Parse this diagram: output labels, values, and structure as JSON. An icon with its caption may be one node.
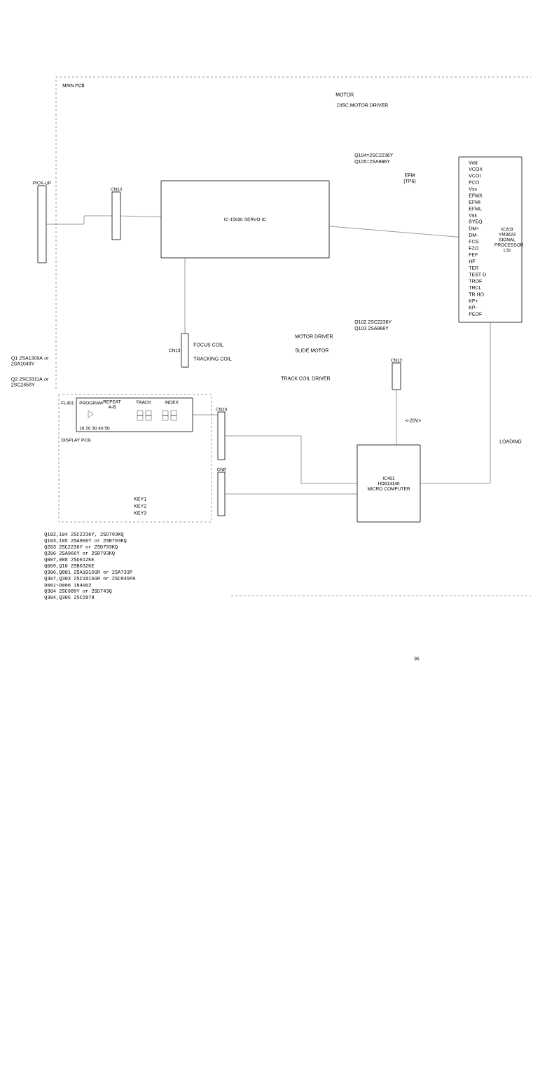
{
  "diagram": {
    "nodes": [
      {
        "text": [
          "PICK-UP"
        ]
      },
      {
        "text": [
          "CN14"
        ]
      },
      {
        "text": [
          "IC-15630 SERVO IC"
        ]
      },
      {
        "text": [
          "IC203 YM3623 SIGNAL PROCESSOR LSI"
        ]
      },
      {
        "text": [
          "CN13"
        ]
      },
      {
        "text": [
          "CN12"
        ]
      },
      {
        "text": [
          "FL401",
          "PROGRAM",
          "REPEAT A-B",
          "TRACK",
          "INDEX",
          "16 20 30 40 50"
        ]
      },
      {
        "text": [
          "CN10"
        ]
      },
      {
        "text": [
          "CN8"
        ]
      },
      {
        "text": [
          "IC401",
          "HD614140",
          "MICRO COMPUTER"
        ]
      }
    ],
    "edges": [
      {
        "from": 0,
        "to": 1,
        "arrow": "none"
      },
      {
        "from": 1,
        "to": 2,
        "arrow": "none"
      },
      {
        "from": 2,
        "to": 3,
        "arrow": "none"
      },
      {
        "from": 4,
        "to": 2,
        "arrow": "none"
      },
      {
        "from": 3,
        "to": 9,
        "arrow": "none"
      },
      {
        "from": 5,
        "to": 9,
        "arrow": "none"
      },
      {
        "from": 6,
        "to": 7,
        "arrow": "none"
      },
      {
        "from": 7,
        "to": 9,
        "arrow": "none"
      },
      {
        "from": 8,
        "to": 9,
        "arrow": "none"
      }
    ],
    "labels": [
      "MAIN PCB",
      "DISPLAY PCB",
      "FOCUS COIL",
      "TRACKING COIL",
      "MOTOR",
      "DISC MOTOR DRIVER",
      "Q104=2SC2236Y",
      "Q105=2SA966Y",
      "EFM",
      "(TP6)",
      "Q102 2SC2236Y",
      "Q103 2SA966Y",
      "MOTOR DRIVER",
      "SLIDE MOTOR",
      "TRACK COIL DRIVER",
      "KEY1",
      "KEY2",
      "KEY3",
      "<-20V>",
      "LOADING",
      "Q1 2SA1309A or 2SA1048Y",
      "Q2 2SC3311A or 2SC2458Y",
      "Q102,104 2SC2236Y, 2SD793KQ",
      "Q103,105 2SA966Y or 2SB793KQ",
      "Q203 2SC2236Y or 2SD793KQ",
      "Q206 2SA966Y or 2SB793KQ",
      "Q007,008 2SD612KE",
      "Q009,Q10 2SB632KE",
      "Q306,Q801 2SA1015GR or 2SA733P",
      "Q307,Q303 2SC1815GR or 2SC945PA",
      "D001~D006 1N4002",
      "Q304 2SC989Y or 2SD743Q",
      "Q304,Q305 2SC2878",
      "95",
      "Vdd",
      "VCOX",
      "VCOI",
      "PCO",
      "Vss",
      "EFMX",
      "EFMI",
      "EFML",
      "Vss",
      "SYEQ",
      "DM+",
      "DM-",
      "FCS",
      "FZO",
      "FEF",
      "HF",
      "TER",
      "TEST D",
      "TROF",
      "TRCL",
      "TR HO",
      "KP+",
      "KP-",
      "PEOF"
    ]
  }
}
